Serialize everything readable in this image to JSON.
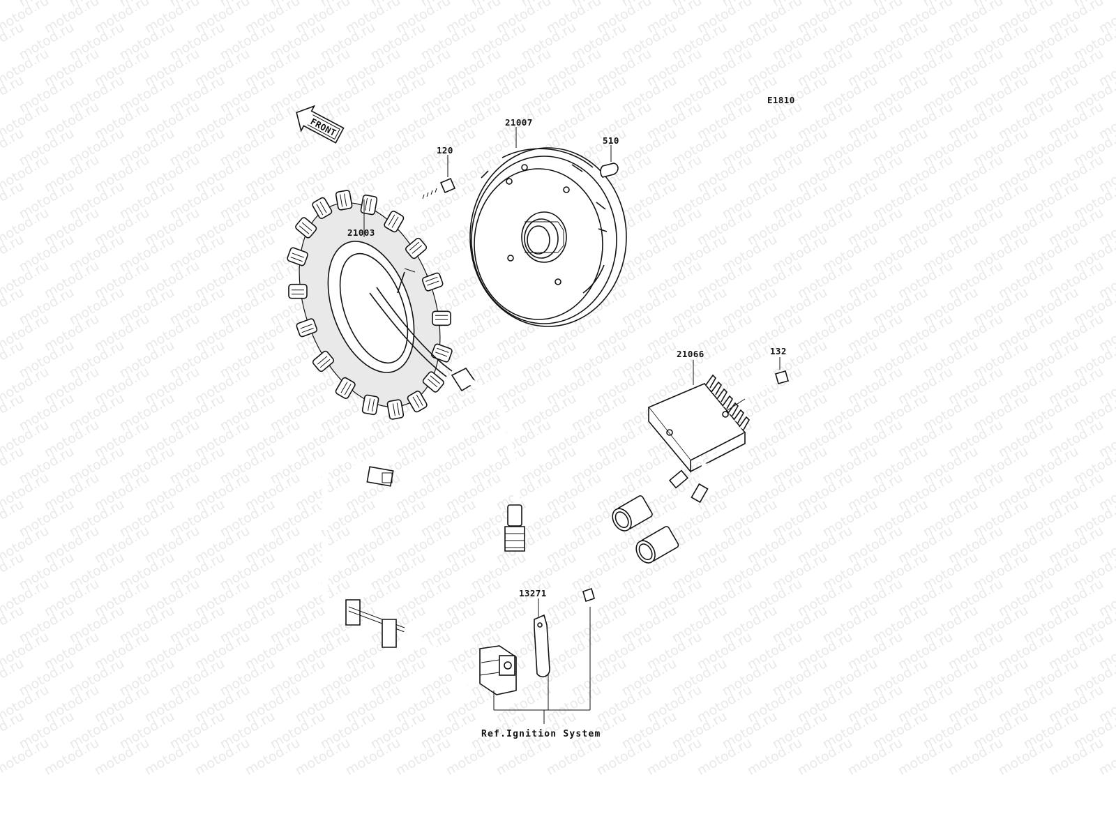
{
  "diagram_code": "E1810",
  "front_label": "FRONT",
  "watermark": "motod.ru",
  "parts": {
    "p21007": "21007",
    "p510": "510",
    "p120": "120",
    "p21003": "21003",
    "p21066": "21066",
    "p132": "132",
    "p13271": "13271"
  },
  "reference": "Ref.Ignition System"
}
